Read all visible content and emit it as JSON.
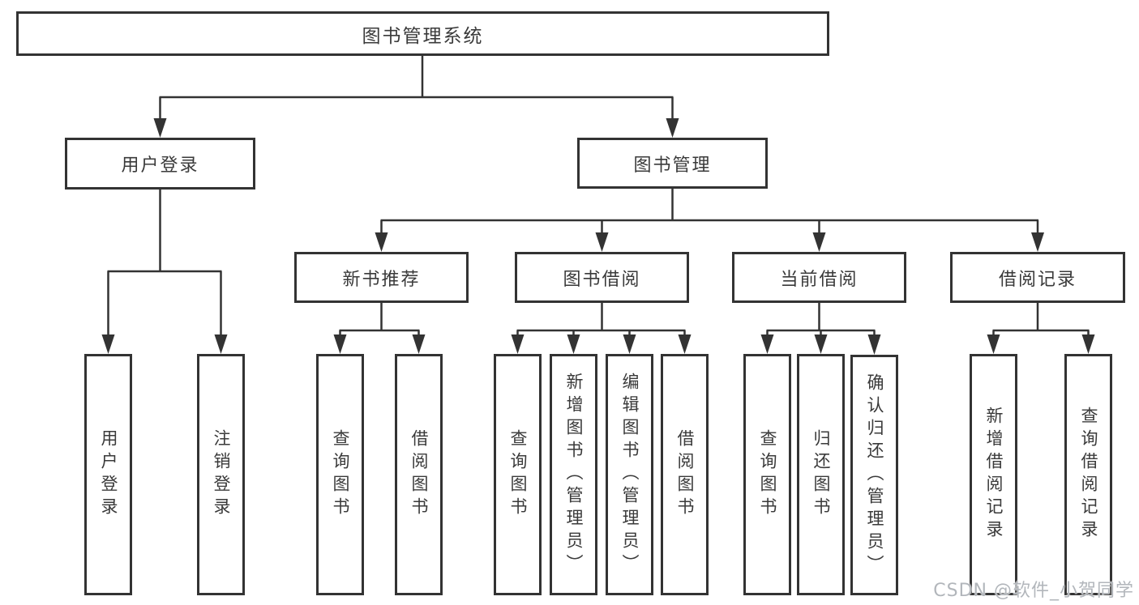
{
  "nodes": {
    "root": "图书管理系统",
    "user_login": "用户登录",
    "book_mgmt": "图书管理",
    "new_books": "新书推荐",
    "book_borrow": "图书借阅",
    "current_borrow": "当前借阅",
    "borrow_records": "借阅记录",
    "leaves": {
      "user_login": [
        "用户登录",
        "注销登录"
      ],
      "new_books": [
        "查询图书",
        "借阅图书"
      ],
      "book_borrow": [
        "查询图书",
        "新增图书（管理员）",
        "编辑图书（管理员）",
        "借阅图书"
      ],
      "current_borrow": [
        "查询图书",
        "归还图书",
        "确认归还（管理员）"
      ],
      "borrow_records": [
        "新增借阅记录",
        "查询借阅记录"
      ]
    }
  },
  "watermark": "CSDN @软件_小贺同学",
  "colors": {
    "line": "#333333",
    "text": "#3a3a3a",
    "watermark": "#b2b6bb",
    "background": "#ffffff"
  }
}
